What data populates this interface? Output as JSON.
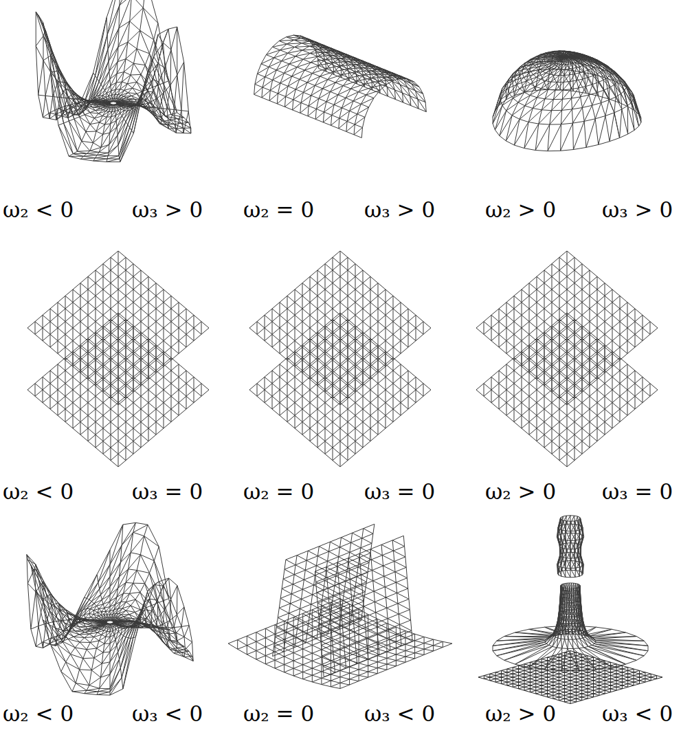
{
  "diagram": {
    "labels": [
      "ω₂ < 0",
      "ω₃ > 0",
      "ω₂ = 0",
      "ω₃ > 0",
      "ω₂ > 0",
      "ω₃ > 0",
      "ω₂ < 0",
      "ω₃ = 0",
      "ω₂ = 0",
      "ω₃ = 0",
      "ω₂ > 0",
      "ω₃ = 0",
      "ω₂ < 0",
      "ω₃ < 0",
      "ω₂ = 0",
      "ω₃ < 0",
      "ω₂ > 0",
      "ω₃ < 0"
    ]
  }
}
